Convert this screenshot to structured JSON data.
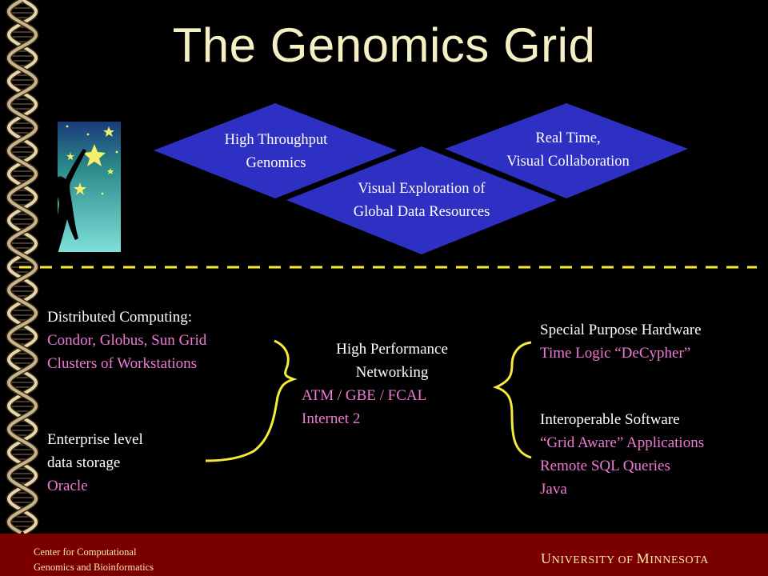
{
  "slide": {
    "title": "The Genomics Grid",
    "diamonds": {
      "high_throughput": [
        "High Throughput",
        "Genomics"
      ],
      "visual_exploration": [
        "Visual Exploration of",
        "Global Data Resources"
      ],
      "real_time": [
        "Real Time,",
        "Visual Collaboration"
      ]
    },
    "left_top": {
      "heading": "Distributed Computing:",
      "items": [
        "Condor, Globus, Sun Grid",
        "Clusters of Workstations"
      ]
    },
    "left_bottom": {
      "heading": [
        "Enterprise level",
        "data storage"
      ],
      "items": [
        "Oracle"
      ]
    },
    "center": {
      "heading": [
        "High Performance",
        "Networking"
      ],
      "items": [
        "ATM / GBE / FCAL",
        "Internet 2"
      ]
    },
    "right_top": {
      "heading": "Special Purpose Hardware",
      "items": [
        "Time Logic “DeCypher”"
      ]
    },
    "right_bottom": {
      "heading": "Interoperable Software",
      "items": [
        "“Grid Aware” Applications",
        "Remote SQL Queries",
        "Java"
      ]
    }
  },
  "footer": {
    "left": [
      "Center for Computational",
      "Genomics and Bioinformatics"
    ],
    "right": {
      "u_cap": "U",
      "u_rest": "NIVERSITY OF ",
      "m_cap": "M",
      "m_rest": "INNESOTA"
    }
  },
  "colors": {
    "background": "#000000",
    "title": "#f4f0c4",
    "diamond": "#2e30c4",
    "pink": "#ee7ad6",
    "brace": "#f5ec3a",
    "footer": "#7a0000",
    "dash": "#f5ec3a"
  },
  "icons": {
    "dna": "dna-helix-icon",
    "reach": "reaching-for-stars-icon"
  }
}
